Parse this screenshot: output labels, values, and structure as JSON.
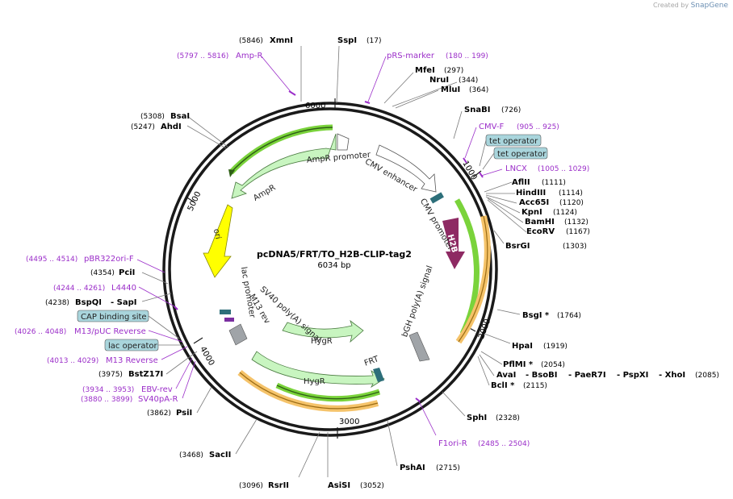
{
  "credit": {
    "prefix": "Created by",
    "brand": "SnapGene"
  },
  "plasmid": {
    "name": "pcDNA5/FRT/TO_H2B-CLIP-tag2",
    "length_label": "6034 bp"
  },
  "ticks": [
    {
      "label": "1000"
    },
    {
      "label": "2000"
    },
    {
      "label": "3000"
    },
    {
      "label": "4000"
    },
    {
      "label": "5000"
    },
    {
      "label": "6000"
    }
  ],
  "enzymes": [
    {
      "name": "XmnI",
      "pos": "(5846)"
    },
    {
      "name": "SspI",
      "pos": "(17)"
    },
    {
      "name": "MfeI",
      "pos": "(297)"
    },
    {
      "name": "NruI",
      "pos": "(344)"
    },
    {
      "name": "MluI",
      "pos": "(364)"
    },
    {
      "name": "SnaBI",
      "pos": "(726)"
    },
    {
      "name": "AflII",
      "pos": "(1111)"
    },
    {
      "name": "HindIII",
      "pos": "(1114)"
    },
    {
      "name": "Acc65I",
      "pos": "(1120)"
    },
    {
      "name": "KpnI",
      "pos": "(1124)"
    },
    {
      "name": "BamHI",
      "pos": "(1132)"
    },
    {
      "name": "EcoRV",
      "pos": "(1167)"
    },
    {
      "name": "BsrGI",
      "pos": "(1303)"
    },
    {
      "name": "BsgI *",
      "pos": "(1764)"
    },
    {
      "name": "HpaI",
      "pos": "(1919)"
    },
    {
      "name": "PflMI *",
      "pos": "(2054)"
    },
    {
      "name": "AvaI",
      "pos": ""
    },
    {
      "name": "BsoBI",
      "pos": ""
    },
    {
      "name": "PaeR7I",
      "pos": ""
    },
    {
      "name": "PspXI",
      "pos": ""
    },
    {
      "name": "XhoI",
      "pos": "(2085)"
    },
    {
      "name": "BclI *",
      "pos": "(2115)"
    },
    {
      "name": "SphI",
      "pos": "(2328)"
    },
    {
      "name": "PshAI",
      "pos": "(2715)"
    },
    {
      "name": "AsiSI",
      "pos": "(3052)"
    },
    {
      "name": "RsrII",
      "pos": "(3096)"
    },
    {
      "name": "SacII",
      "pos": "(3468)"
    },
    {
      "name": "PsiI",
      "pos": "(3862)"
    },
    {
      "name": "BstZ17I",
      "pos": "(3975)"
    },
    {
      "name": "BspQI",
      "pos": "(4238)"
    },
    {
      "name": "SapI",
      "pos": ""
    },
    {
      "name": "PciI",
      "pos": "(4354)"
    },
    {
      "name": "AhdI",
      "pos": "(5247)"
    },
    {
      "name": "BsaI",
      "pos": "(5308)"
    }
  ],
  "primers": [
    {
      "name": "Amp-R",
      "pos": "(5797 .. 5816)"
    },
    {
      "name": "pRS-marker",
      "pos": "(180 .. 199)"
    },
    {
      "name": "CMV-F",
      "pos": "(905 .. 925)"
    },
    {
      "name": "LNCX",
      "pos": "(1005 .. 1029)"
    },
    {
      "name": "F1ori-R",
      "pos": "(2485 .. 2504)"
    },
    {
      "name": "pBR322ori-F",
      "pos": "(4495 .. 4514)"
    },
    {
      "name": "L4440",
      "pos": "(4244 .. 4261)"
    },
    {
      "name": "M13/pUC Reverse",
      "pos": "(4026 .. 4048)"
    },
    {
      "name": "M13 Reverse",
      "pos": "(4013 .. 4029)"
    },
    {
      "name": "EBV-rev",
      "pos": "(3934 .. 3953)"
    },
    {
      "name": "SV40pA-R",
      "pos": "(3880 .. 3899)"
    }
  ],
  "boxed_features": [
    {
      "name": "tet operator"
    },
    {
      "name": "tet operator"
    },
    {
      "name": "CAP binding site"
    },
    {
      "name": "lac operator"
    }
  ],
  "features": [
    {
      "name": "AmpR promoter"
    },
    {
      "name": "AmpR"
    },
    {
      "name": "CMV enhancer"
    },
    {
      "name": "CMV promoter"
    },
    {
      "name": "H2B"
    },
    {
      "name": "bGH poly(A) signal"
    },
    {
      "name": "ori"
    },
    {
      "name": "lac promoter"
    },
    {
      "name": "M13 rev"
    },
    {
      "name": "SV40 poly(A) signal"
    },
    {
      "name": "HygR"
    },
    {
      "name": "HygR"
    },
    {
      "name": "FRT"
    }
  ],
  "colors": {
    "backbone": "#1a1a1a",
    "primer": "#9b2ec9",
    "ampr": "#c8f5c0",
    "ori": "#ffff00",
    "h2b": "#8e2a63",
    "bgh": "#a0a4a8",
    "frt": "#2d6f7a",
    "orange_orf": "#f5a623",
    "green_orf": "#7ad33b",
    "label_box": "#a9d5dc"
  }
}
